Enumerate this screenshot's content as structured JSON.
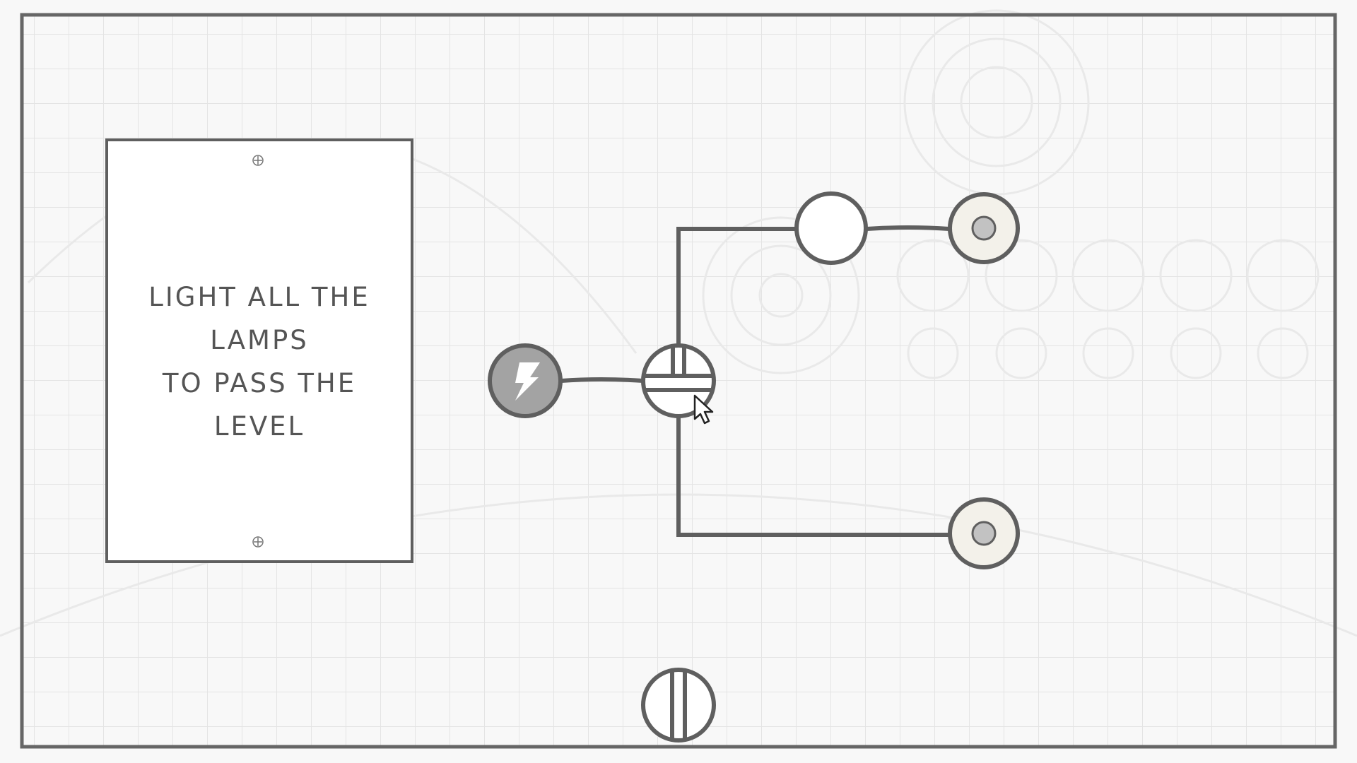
{
  "level": {
    "instruction_lines": [
      "LIGHT ALL THE",
      "LAMPS",
      "TO PASS THE",
      "LEVEL"
    ]
  },
  "components": {
    "power_source": {
      "icon": "lightning-bolt-icon",
      "color": "#a3a3a3"
    },
    "switch_t": {
      "state": "junction"
    },
    "switch_bottom": {
      "state": "vertical"
    },
    "lamps": [
      {
        "lit": false
      },
      {
        "lit": false
      }
    ],
    "empty_socket": {}
  },
  "colors": {
    "wire": "#5f5f5f",
    "lamp_fill": "#f3f1ea",
    "lamp_core": "#c2c2c2",
    "grid": "#e6e6e6"
  }
}
